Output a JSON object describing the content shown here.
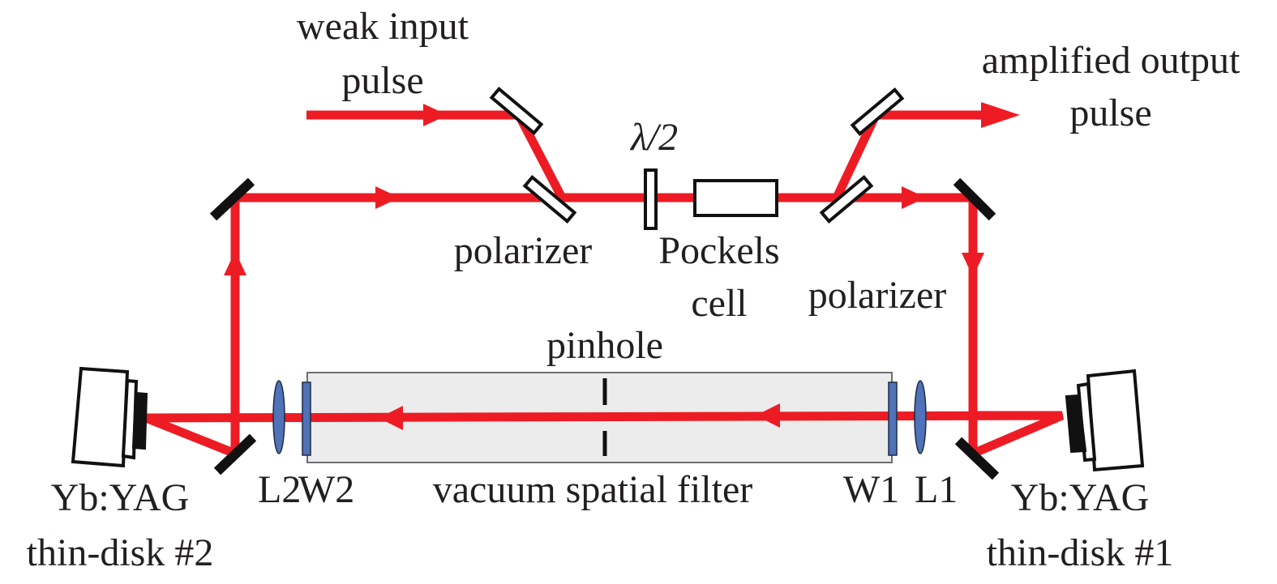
{
  "colors": {
    "beam": "#ed1c24",
    "mirror": "#111111",
    "polarizer_fill": "#ffffff",
    "filter_fill": "#ececec",
    "filter_stroke": "#6d6e71",
    "optic_blue": "#4f72b8",
    "text": "#231f20"
  },
  "labels": {
    "weak_input_line1": "weak input",
    "weak_input_line2": "pulse",
    "amplified_output_line1": "amplified output",
    "amplified_output_line2": "pulse",
    "half_wave": "λ/2",
    "polarizer_left": "polarizer",
    "pockels_line1": "Pockels",
    "pockels_line2": "cell",
    "polarizer_right": "polarizer",
    "pinhole": "pinhole",
    "vacuum_filter": "vacuum spatial filter",
    "l2": "L2",
    "w2": "W2",
    "w1": "W1",
    "l1": "L1",
    "disk2_line1": "Yb:YAG",
    "disk2_line2": "thin-disk #2",
    "disk1_line1": "Yb:YAG",
    "disk1_line2": "thin-disk #1"
  }
}
